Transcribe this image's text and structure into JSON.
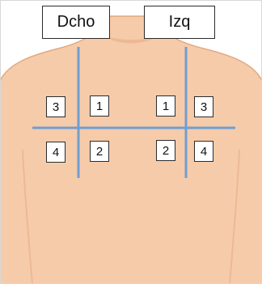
{
  "colors": {
    "skin": "#F6CBAA",
    "skin_shadow": "#EDB994",
    "skin_outline": "#E1A880",
    "guide_line": "#6F9FD1",
    "label_border": "#2B2B2B"
  },
  "sides": {
    "right_label": "Dcho",
    "left_label": "Izq"
  },
  "zones": {
    "right_upper_lateral": "3",
    "right_upper_medial": "1",
    "right_lower_lateral": "4",
    "right_lower_medial": "2",
    "left_upper_medial": "1",
    "left_upper_lateral": "3",
    "left_lower_medial": "2",
    "left_lower_lateral": "4"
  }
}
